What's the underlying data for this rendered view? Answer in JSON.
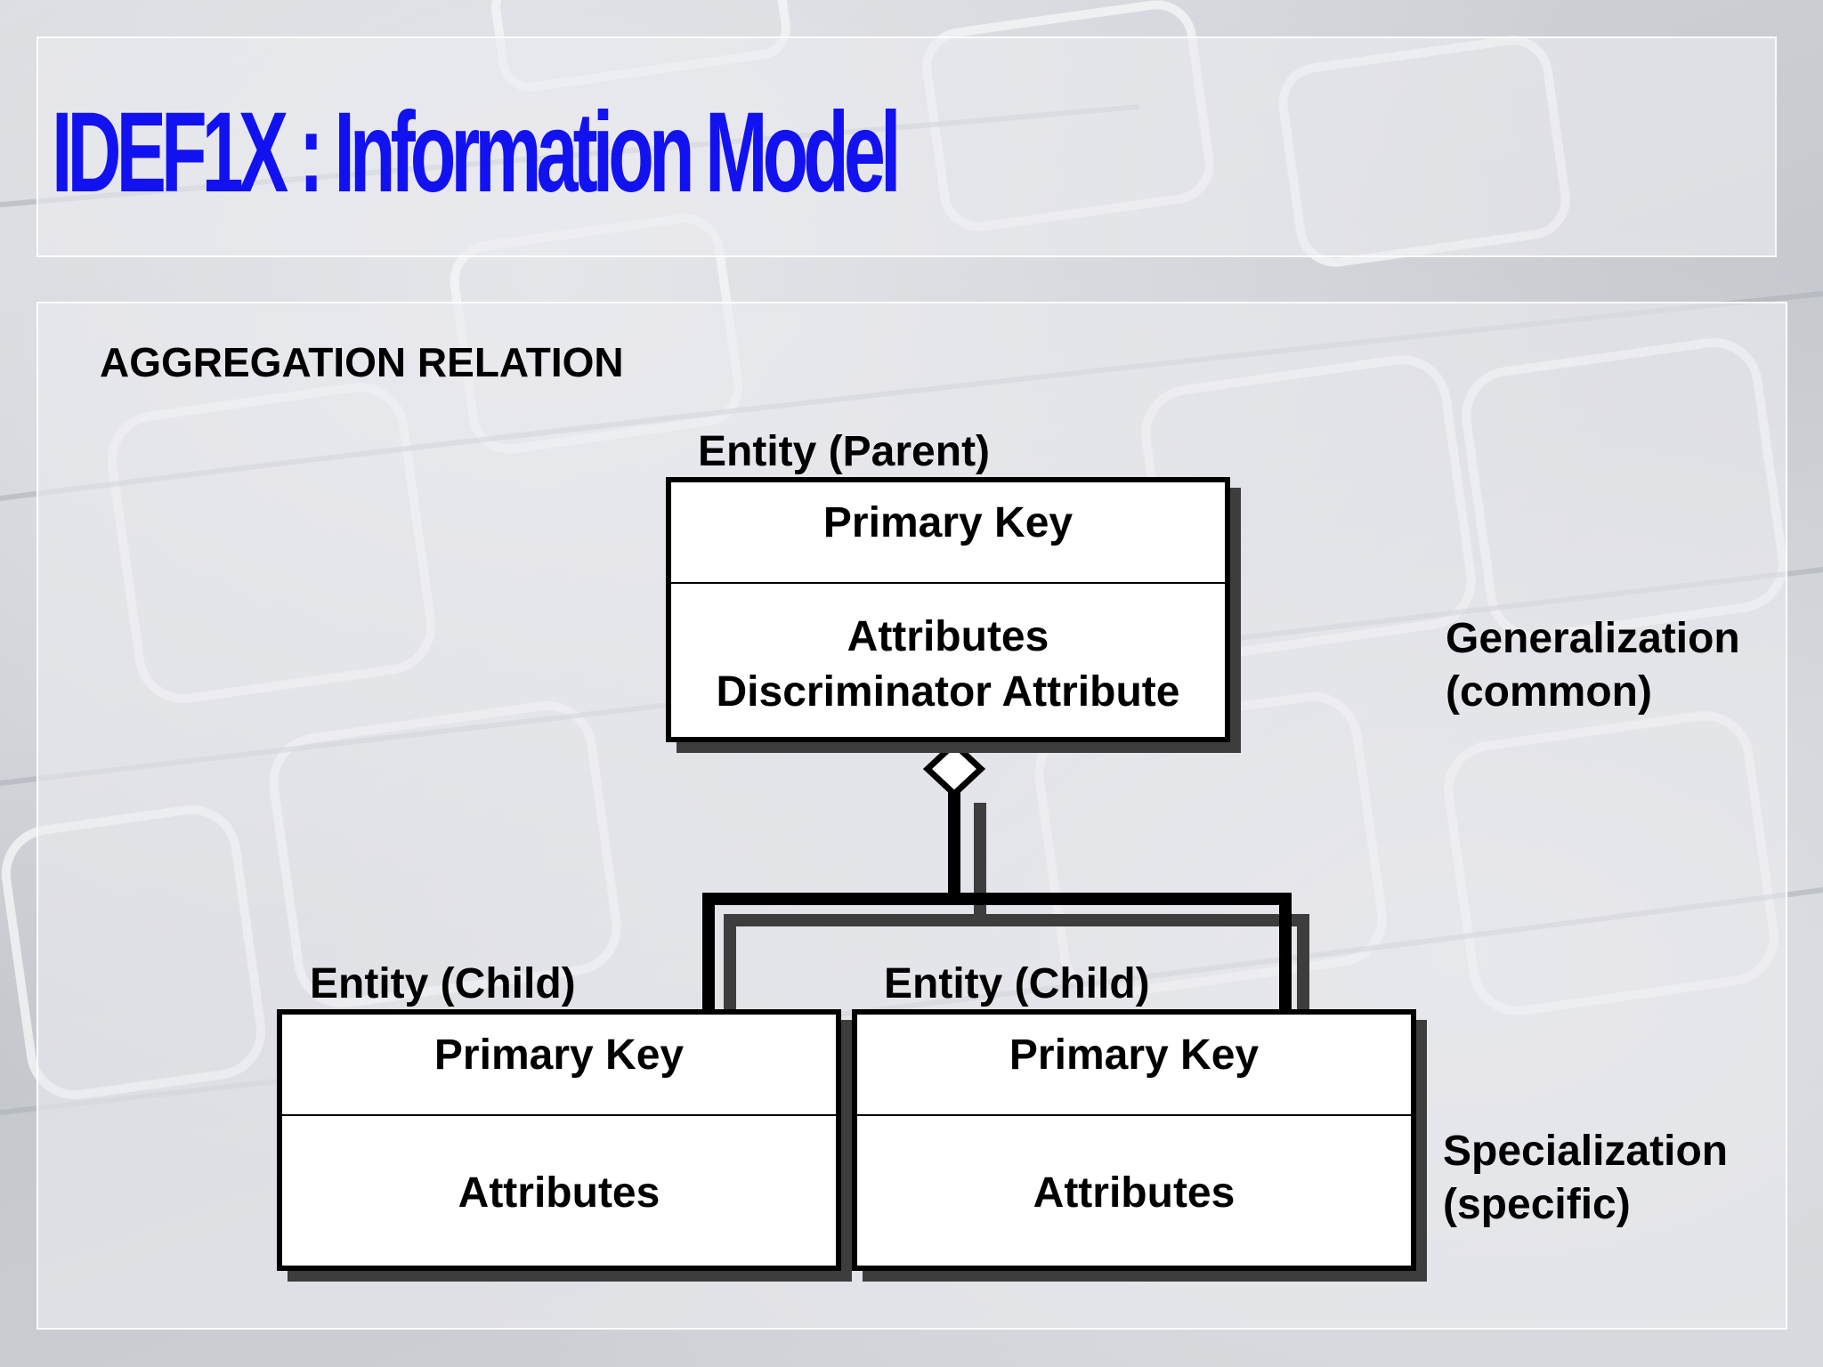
{
  "slide": {
    "title": "IDEF1X : Information Model",
    "heading": "AGGREGATION RELATION"
  },
  "diagram": {
    "parent": {
      "label": "Entity (Parent)",
      "primary_key": "Primary Key",
      "attributes": "Attributes",
      "discriminator": "Discriminator Attribute"
    },
    "children": [
      {
        "label": "Entity (Child)",
        "primary_key": "Primary Key",
        "attributes": "Attributes"
      },
      {
        "label": "Entity (Child)",
        "primary_key": "Primary Key",
        "attributes": "Attributes"
      }
    ],
    "generalization": {
      "line1": "Generalization",
      "line2": "(common)"
    },
    "specialization": {
      "line1": "Specialization",
      "line2": "(specific)"
    }
  },
  "colors": {
    "title": "#1212f0",
    "text": "#000000",
    "box_fill": "#ffffff"
  }
}
